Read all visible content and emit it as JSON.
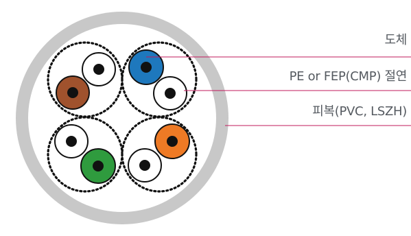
{
  "labels": {
    "conductor": "도체",
    "insulation": "PE or FEP(CMP) 절연",
    "jacket": "피복(PVC, LSZH)"
  },
  "colors": {
    "jacket": "#c8c8c8",
    "pair_shield": "#111111",
    "leader_line": "#c2185b",
    "wire_white": "#ffffff",
    "wire_blue": "#1e78bd",
    "wire_brown": "#a0522d",
    "wire_green": "#2f9b3e",
    "wire_orange": "#ee7a25",
    "conductor": "#111111",
    "label_text": "#555a60"
  },
  "pairs": [
    {
      "name": "brown-pair",
      "wires": [
        "brown",
        "white"
      ]
    },
    {
      "name": "blue-pair",
      "wires": [
        "blue",
        "white"
      ]
    },
    {
      "name": "green-pair",
      "wires": [
        "white",
        "green"
      ]
    },
    {
      "name": "orange-pair",
      "wires": [
        "white",
        "orange"
      ]
    }
  ]
}
